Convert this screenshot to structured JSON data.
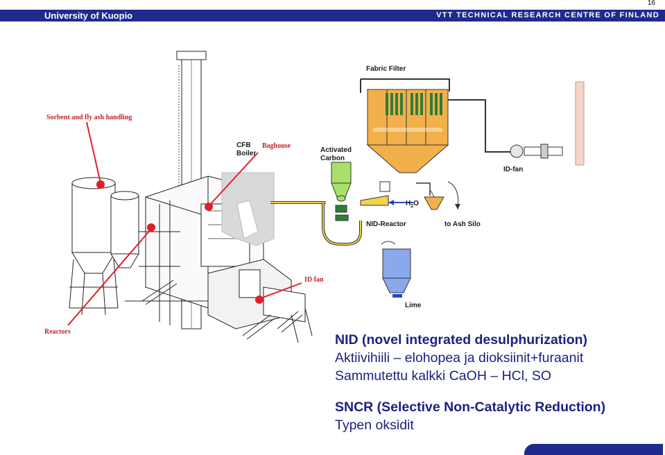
{
  "slide": {
    "number": "16"
  },
  "header": {
    "left": "University of Kuopio",
    "right": "VTT TECHNICAL RESEARCH CENTRE OF FINLAND"
  },
  "diagram": {
    "labels": {
      "sorbent": "Sorbent and fly ash handling",
      "cfb_boiler_line1": "CFB",
      "cfb_boiler_line2": "Boiler",
      "baghouse": "Baghouse",
      "id_fan_left": "ID fan",
      "reactors": "Reactors",
      "fabric_filter": "Fabric Filter",
      "activated_carbon_line1": "Activated",
      "activated_carbon_line2": "Carbon",
      "h2o": "H",
      "h2o_sub": "2",
      "h2o_end": "O",
      "nid_reactor": "NID-Reactor",
      "id_fan_right": "ID-fan",
      "ash_silo": "to Ash Silo",
      "lime": "Lime"
    },
    "colors": {
      "accent_red": "#e0202a",
      "filter_orange": "#f2b04a",
      "filter_green": "#2f7d3a",
      "pipe_yellow": "#f4d24a",
      "carbon_green": "#a8e06a",
      "lime_blue": "#8aa8ec"
    }
  },
  "text": {
    "nid_title": "NID (novel integrated desulphurization)",
    "line2": "Aktiivihiili –  elohopea ja dioksiinit+furaanit",
    "line3": "Sammutettu kalkki CaOH – HCl, SO",
    "sncr_title": "SNCR (Selective Non-Catalytic Reduction)",
    "line5": "Typen oksidit"
  }
}
